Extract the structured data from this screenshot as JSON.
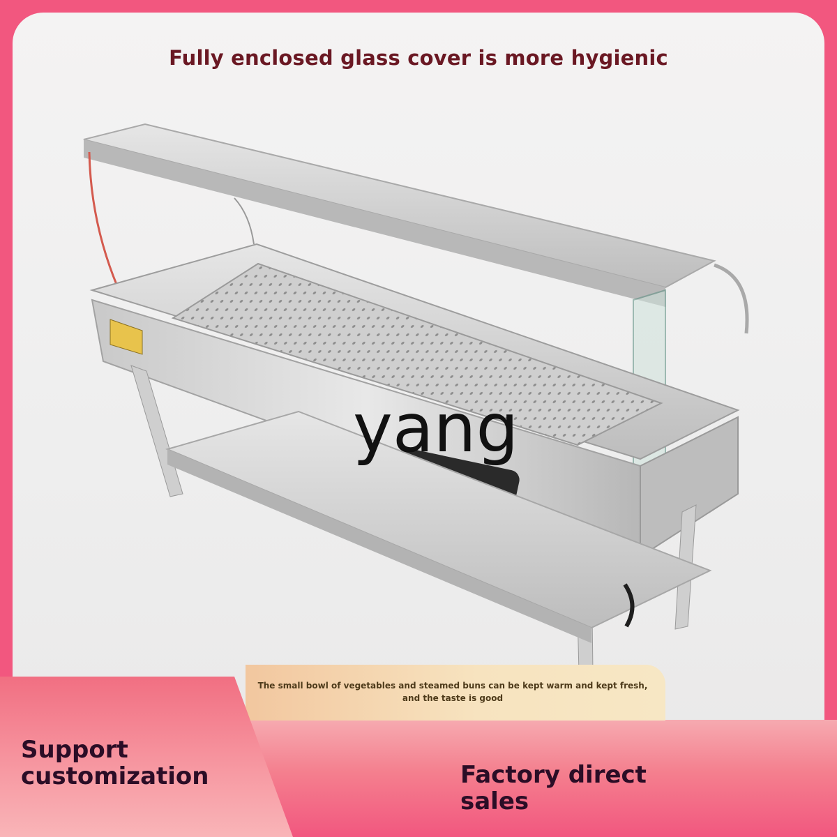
{
  "headline": "Fully enclosed glass cover is more hygienic",
  "watermark": "yang",
  "banner_small": "The small bowl of vegetables and steamed buns can be kept warm and kept fresh, and the taste is good",
  "badge_left": "Support customization",
  "badge_right": "Factory direct sales",
  "colors": {
    "frame": "#f2577f",
    "headline": "#6a1823",
    "banner": "#f7e3bf"
  }
}
